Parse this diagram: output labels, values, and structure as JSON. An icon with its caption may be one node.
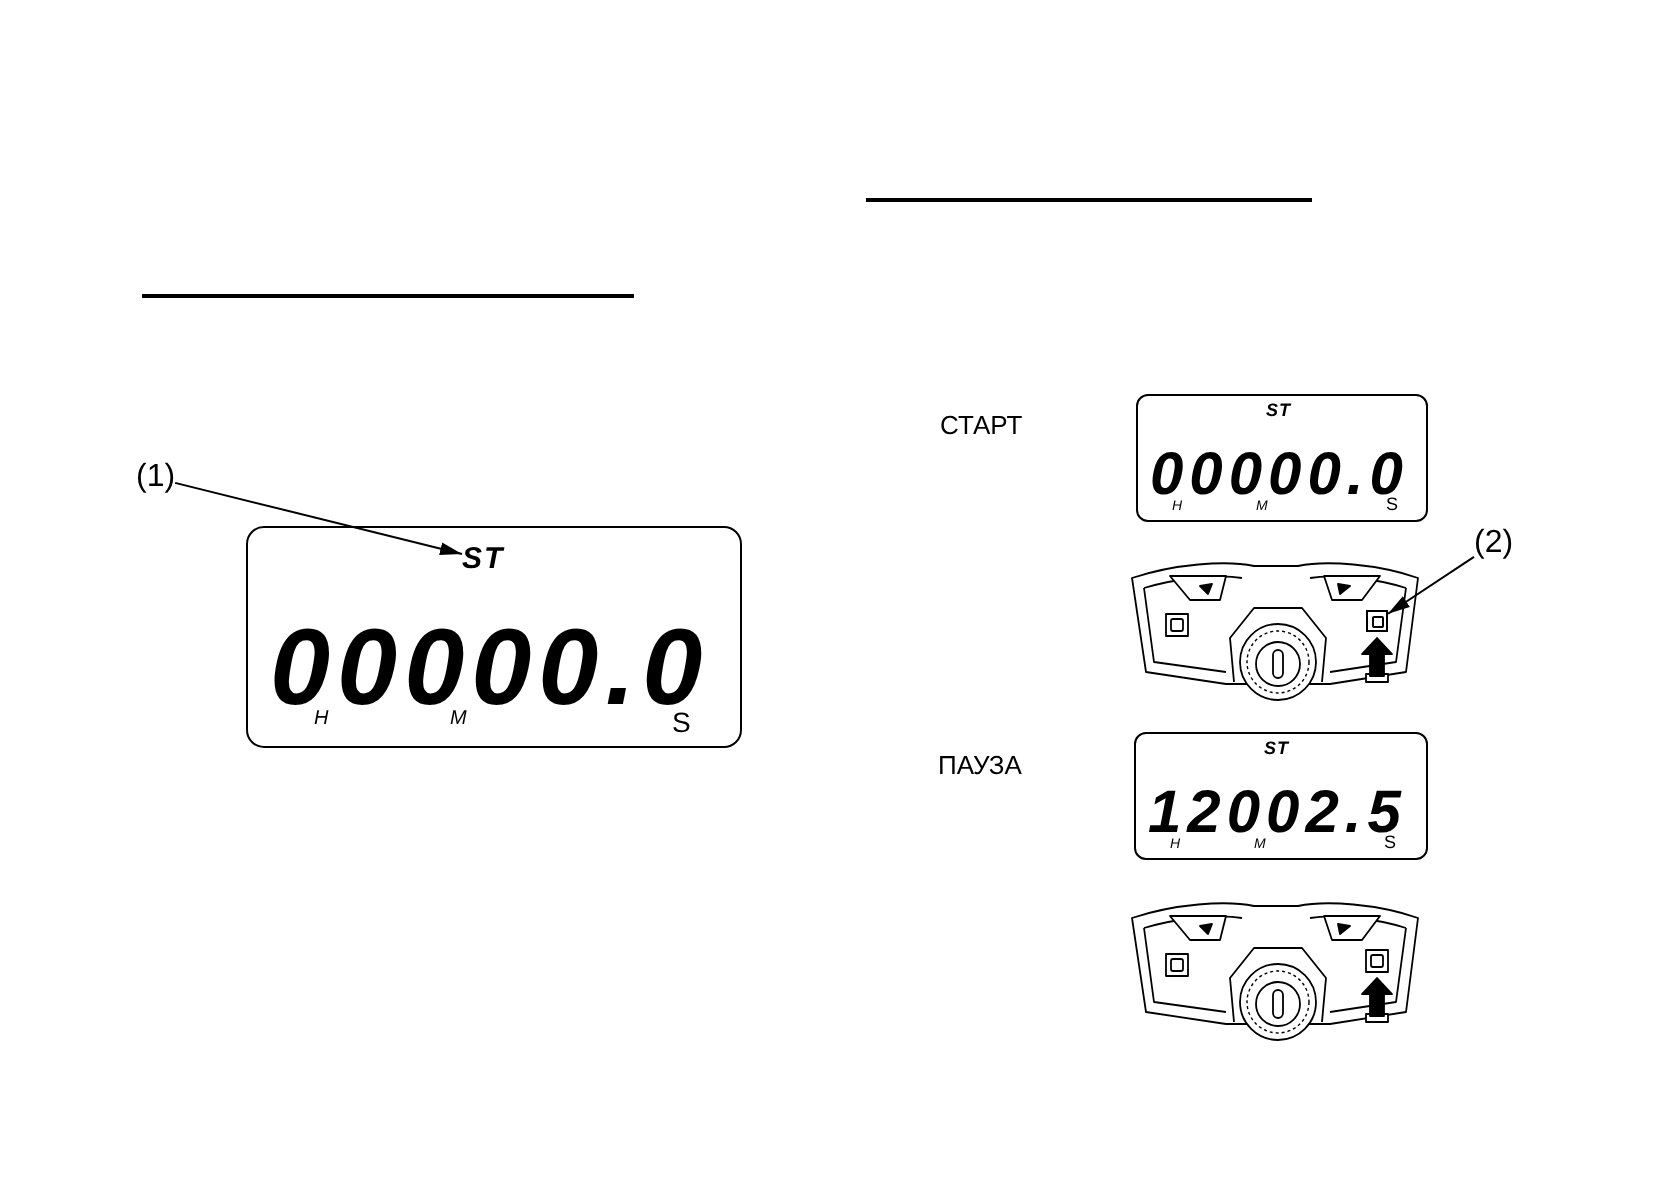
{
  "diagram": {
    "nodes": [
      {
        "text": [
          "(1)"
        ]
      },
      {
        "text": [
          "00000.0",
          "H",
          "M",
          "S"
        ]
      },
      {
        "text": [
          "ST"
        ],
        "in": 1
      },
      {
        "text": [
          "ST",
          "00000.0",
          "H",
          "M",
          "S"
        ]
      },
      {
        "text": [
          "(2)"
        ]
      },
      {
        "text": [],
        "shape": "picture"
      },
      {
        "text": [],
        "shape": "box",
        "in": 5
      },
      {
        "text": [
          "ST",
          "12002.5",
          "H",
          "M",
          "S"
        ]
      },
      {
        "text": [],
        "shape": "picture"
      }
    ],
    "edges": [
      {
        "from": 0,
        "to": 2,
        "arrow": "to"
      },
      {
        "from": 4,
        "to": 6,
        "arrow": "to"
      }
    ],
    "labels": [
      "СТАРТ",
      "ПАУЗА"
    ]
  }
}
